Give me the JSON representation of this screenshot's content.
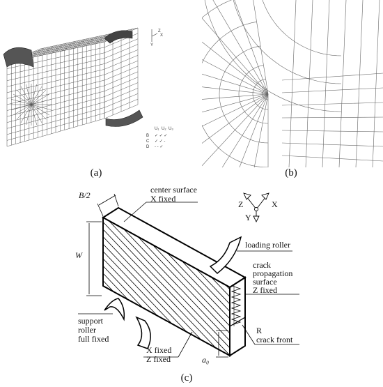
{
  "captions": {
    "a": "(a)",
    "b": "(b)",
    "c": "(c)"
  },
  "panel_a": {
    "axis_labels": {
      "z": "Z",
      "y": "Y",
      "x": "X"
    },
    "bc_legend": {
      "headers": [
        "U₁",
        "U₂",
        "U₃"
      ],
      "rows": [
        {
          "label": "B",
          "marks": "✓ ✓ ✓"
        },
        {
          "label": "C",
          "marks": "✓ ✓ -"
        },
        {
          "label": "D",
          "marks": "- - ✓"
        }
      ]
    }
  },
  "panel_c": {
    "dim_half_width": "B/2",
    "dim_height": "W",
    "dim_crack": "a₀",
    "label_center_surface": "center surface",
    "label_x_fixed_top": "X fixed",
    "label_loading_roller": "loading roller",
    "label_crack_prop_1": "crack",
    "label_crack_prop_2": "propagation",
    "label_crack_prop_3": "surface",
    "label_z_fixed_right": "Z fixed",
    "label_support_1": "support",
    "label_support_2": "roller",
    "label_support_3": "full fixed",
    "label_x_fixed_bottom": "X fixed",
    "label_z_fixed_bottom": "Z fixed",
    "label_r": "R",
    "label_crack_front": "crack front",
    "triad": {
      "z": "Z",
      "x": "X",
      "y": "Y"
    }
  }
}
